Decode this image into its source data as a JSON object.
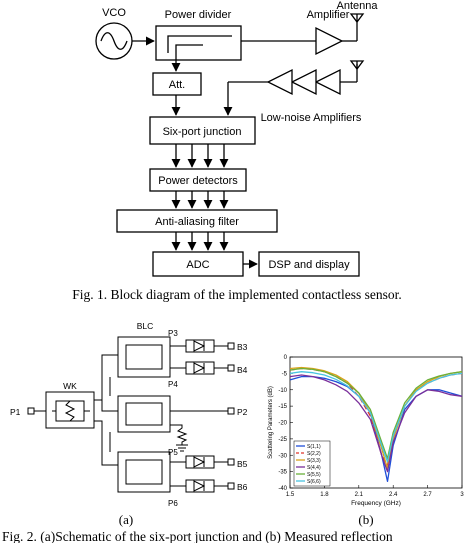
{
  "fig1": {
    "blocks": {
      "vco": "VCO",
      "power_divider": "Power divider",
      "amplifier": "Amplifier",
      "antenna": "Antenna",
      "att": "Att.",
      "six_port": "Six-port junction",
      "lna": "Low-noise Amplifiers",
      "power_detectors": "Power detectors",
      "anti_aliasing": "Anti-aliasing filter",
      "adc": "ADC",
      "dsp": "DSP and display"
    },
    "caption": "Fig. 1.  Block diagram of the implemented contactless sensor."
  },
  "fig2": {
    "schematic": {
      "wk": "WK",
      "blc": "BLC",
      "ports": [
        "P1",
        "P2",
        "P3",
        "P4",
        "P5",
        "P6"
      ],
      "outputs": [
        "B3",
        "B4",
        "B5",
        "B6"
      ],
      "label": "(a)"
    },
    "plot_label": "(b)",
    "caption": "Fig. 2.   (a)Schematic of the six-port junction and (b) Measured reflection"
  },
  "chart_data": {
    "type": "line",
    "title": "",
    "xlabel": "Frequency (GHz)",
    "ylabel": "Scattering Parameters (dB)",
    "xlim": [
      1.5,
      3.0
    ],
    "ylim": [
      -40,
      0
    ],
    "xticks": [
      "1.5",
      "1.8",
      "2.1",
      "2.4",
      "2.7",
      "3"
    ],
    "yticks": [
      "0",
      "-5",
      "-10",
      "-15",
      "-20",
      "-25",
      "-30",
      "-35",
      "-40"
    ],
    "grid": false,
    "legend_position": "bottom-left",
    "x": [
      1.5,
      1.6,
      1.7,
      1.8,
      1.9,
      2.0,
      2.1,
      2.2,
      2.3,
      2.35,
      2.4,
      2.5,
      2.6,
      2.7,
      2.8,
      2.9,
      3.0
    ],
    "series": [
      {
        "name": "S(1,1)",
        "color": "#1f4fd8",
        "dash": "",
        "values": [
          -7,
          -6,
          -6,
          -6.5,
          -7.5,
          -9,
          -12,
          -17,
          -30,
          -38,
          -27,
          -16,
          -12,
          -10,
          -10,
          -11,
          -12
        ]
      },
      {
        "name": "S(2,2)",
        "color": "#e0342b",
        "dash": "5,3",
        "values": [
          -4,
          -3.5,
          -3.8,
          -4.5,
          -6,
          -8,
          -12,
          -18,
          -30,
          -33,
          -24,
          -15,
          -10,
          -8,
          -6.5,
          -5.5,
          -5
        ]
      },
      {
        "name": "S(3,3)",
        "color": "#d8a21a",
        "dash": "",
        "values": [
          -3.5,
          -3.2,
          -3.5,
          -4.2,
          -5.5,
          -7.5,
          -11,
          -17,
          -28,
          -34,
          -25,
          -15,
          -10,
          -7.5,
          -6,
          -5,
          -4.5
        ]
      },
      {
        "name": "S(4,4)",
        "color": "#7a2f9a",
        "dash": "",
        "values": [
          -6,
          -5.5,
          -6,
          -7,
          -8.5,
          -10.5,
          -14,
          -19,
          -30,
          -35,
          -26,
          -17,
          -12,
          -10,
          -10.5,
          -11.5,
          -12
        ]
      },
      {
        "name": "S(5,5)",
        "color": "#6ab03a",
        "dash": "",
        "values": [
          -4,
          -3.5,
          -3.8,
          -4.5,
          -6,
          -8,
          -11,
          -16,
          -26,
          -31,
          -23,
          -14,
          -9.5,
          -7,
          -5.8,
          -5,
          -4.5
        ]
      },
      {
        "name": "S(6,6)",
        "color": "#47c4e0",
        "dash": "",
        "values": [
          -5,
          -4.5,
          -4.8,
          -5.5,
          -6.8,
          -8.8,
          -12,
          -17,
          -27,
          -32,
          -24,
          -15,
          -10.5,
          -8,
          -6.5,
          -5.5,
          -5
        ]
      }
    ]
  }
}
